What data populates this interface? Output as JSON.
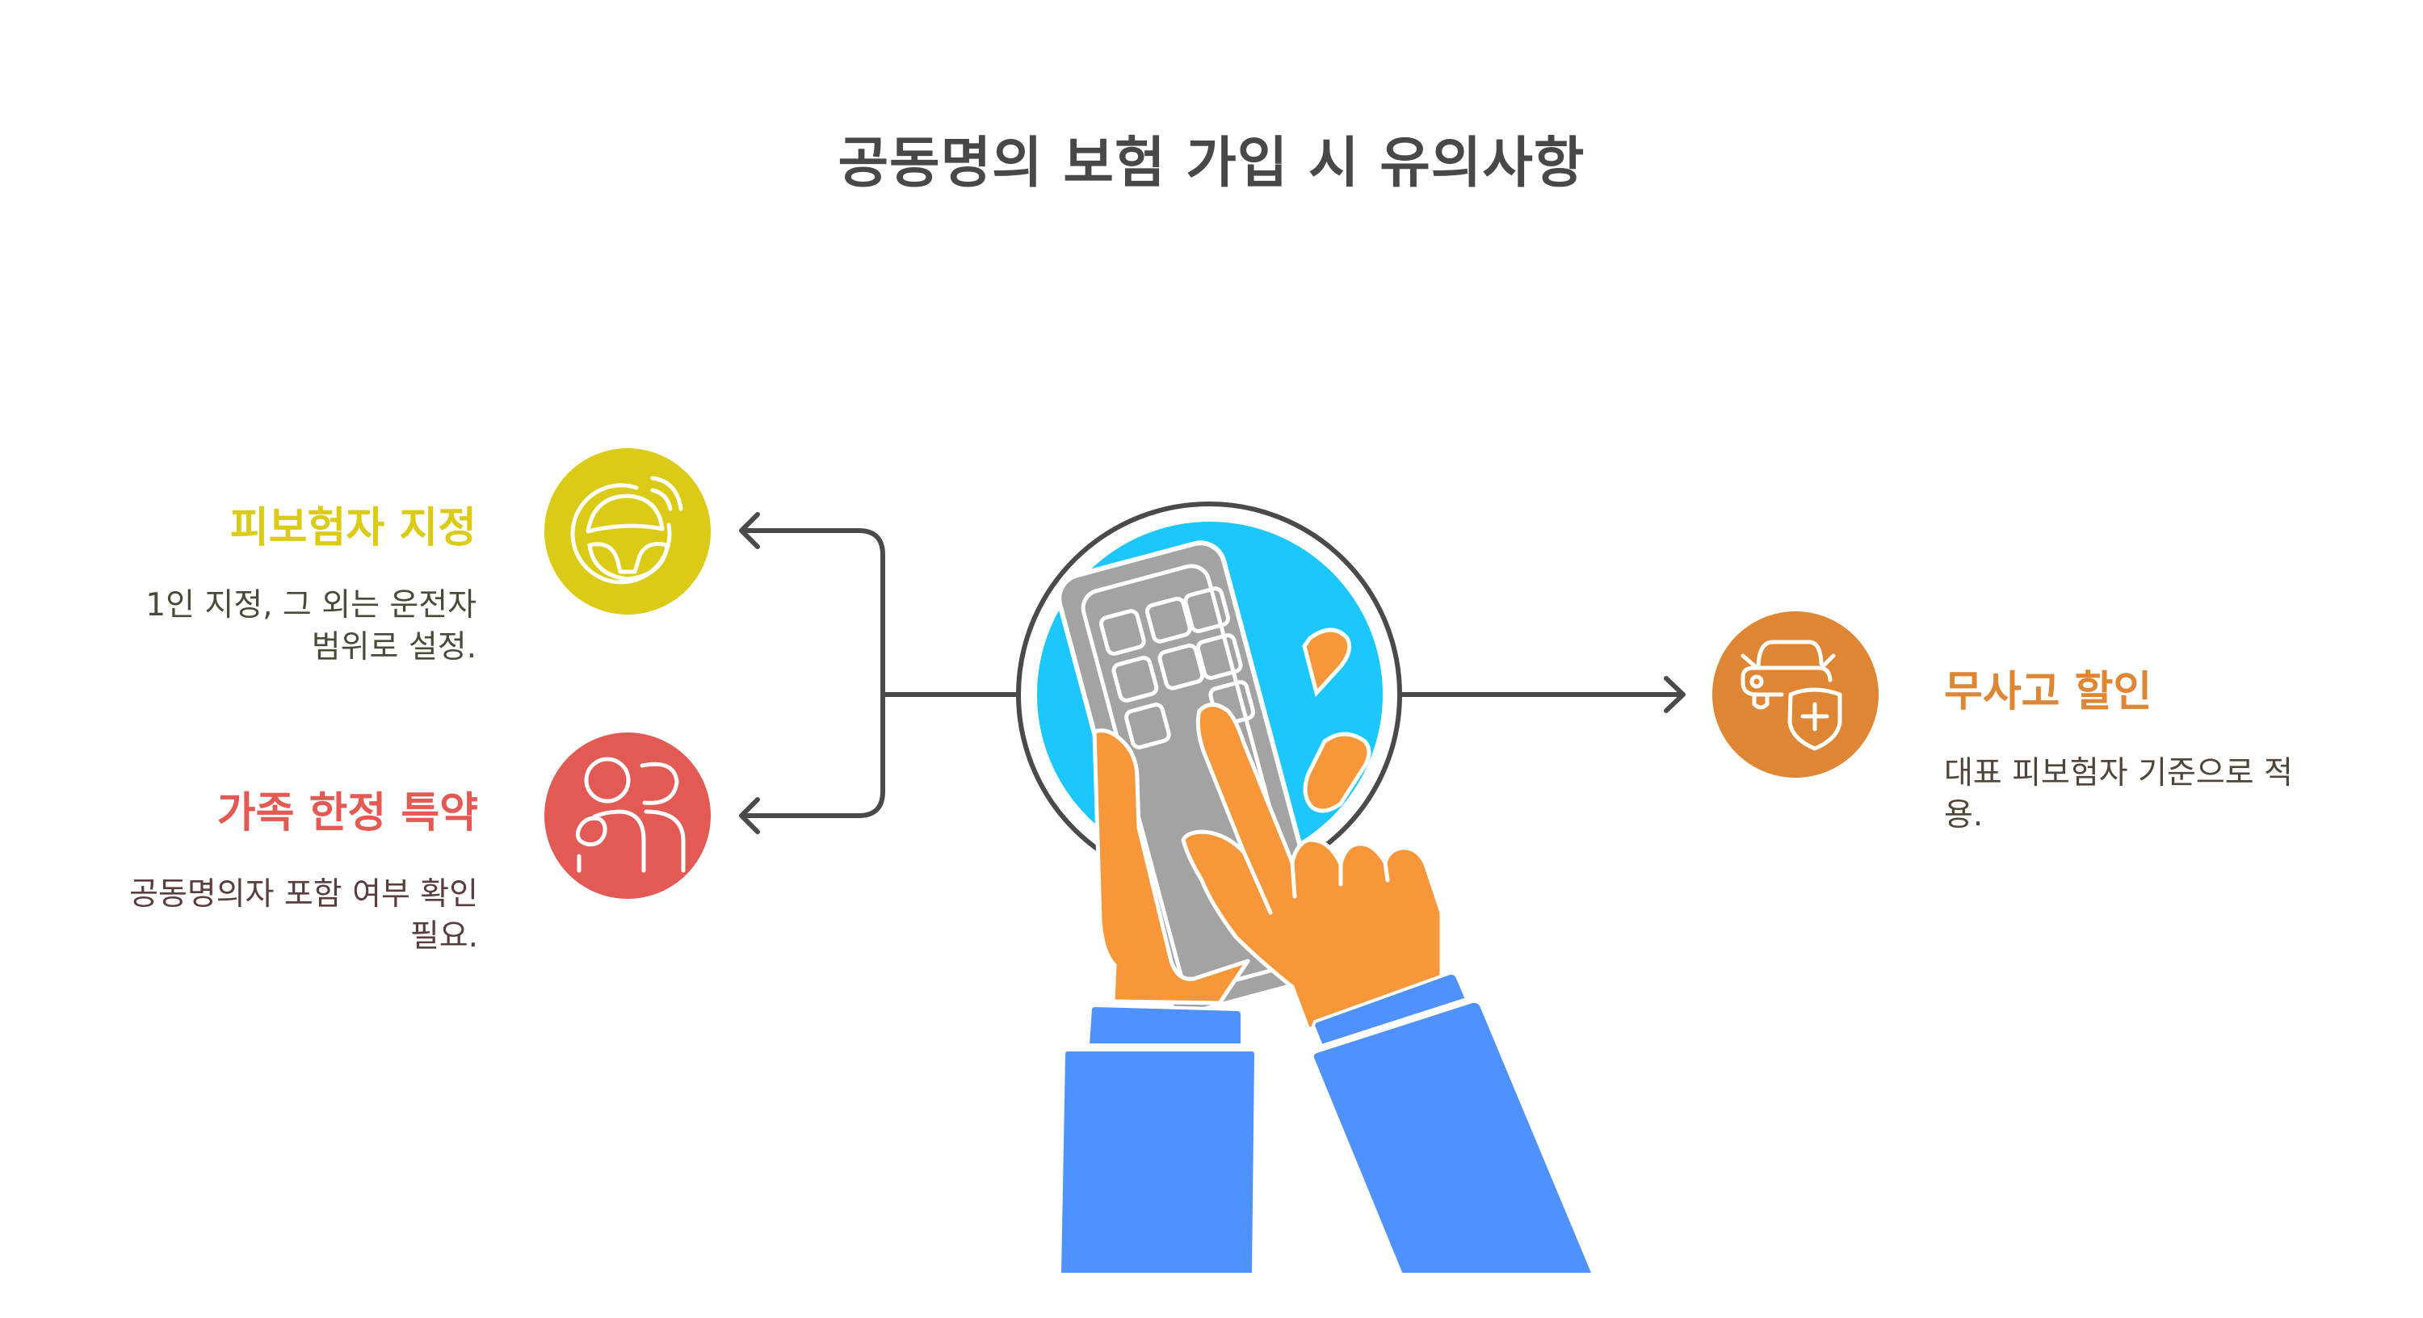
{
  "title": "공동명의 보험 가입 시 유의사항",
  "colors": {
    "title": "#484848",
    "connector": "#4a4a4a",
    "yellow": "#dccb16",
    "red": "#e35a55",
    "orange": "#df8634",
    "calculator_gray": "#a3a3a3",
    "circle_blue": "#1cc6ff",
    "skin": "#f7973a",
    "sleeve": "#4f92ff"
  },
  "items": [
    {
      "id": "insured-designation",
      "heading": "피보험자 지정",
      "body_line1": "1인 지정, 그 외는 운전자",
      "body_line2": "범위로 설정.",
      "icon": "steering-wheel-icon",
      "color": "#dccb16",
      "body_color": "#4a4a38"
    },
    {
      "id": "family-limit-rider",
      "heading": "가족 한정 특약",
      "body_line1": "공동명의자 포함 여부 확인",
      "body_line2": "필요.",
      "icon": "family-people-icon",
      "color": "#e35a55",
      "body_color": "#5a3e3e"
    },
    {
      "id": "no-accident-discount",
      "heading": "무사고 할인",
      "body_line1": "대표 피보험자 기준으로 적",
      "body_line2": "용.",
      "icon": "car-shield-icon",
      "color": "#df8634",
      "body_color": "#4f4538"
    }
  ],
  "center_illustration": "hands-using-calculator"
}
